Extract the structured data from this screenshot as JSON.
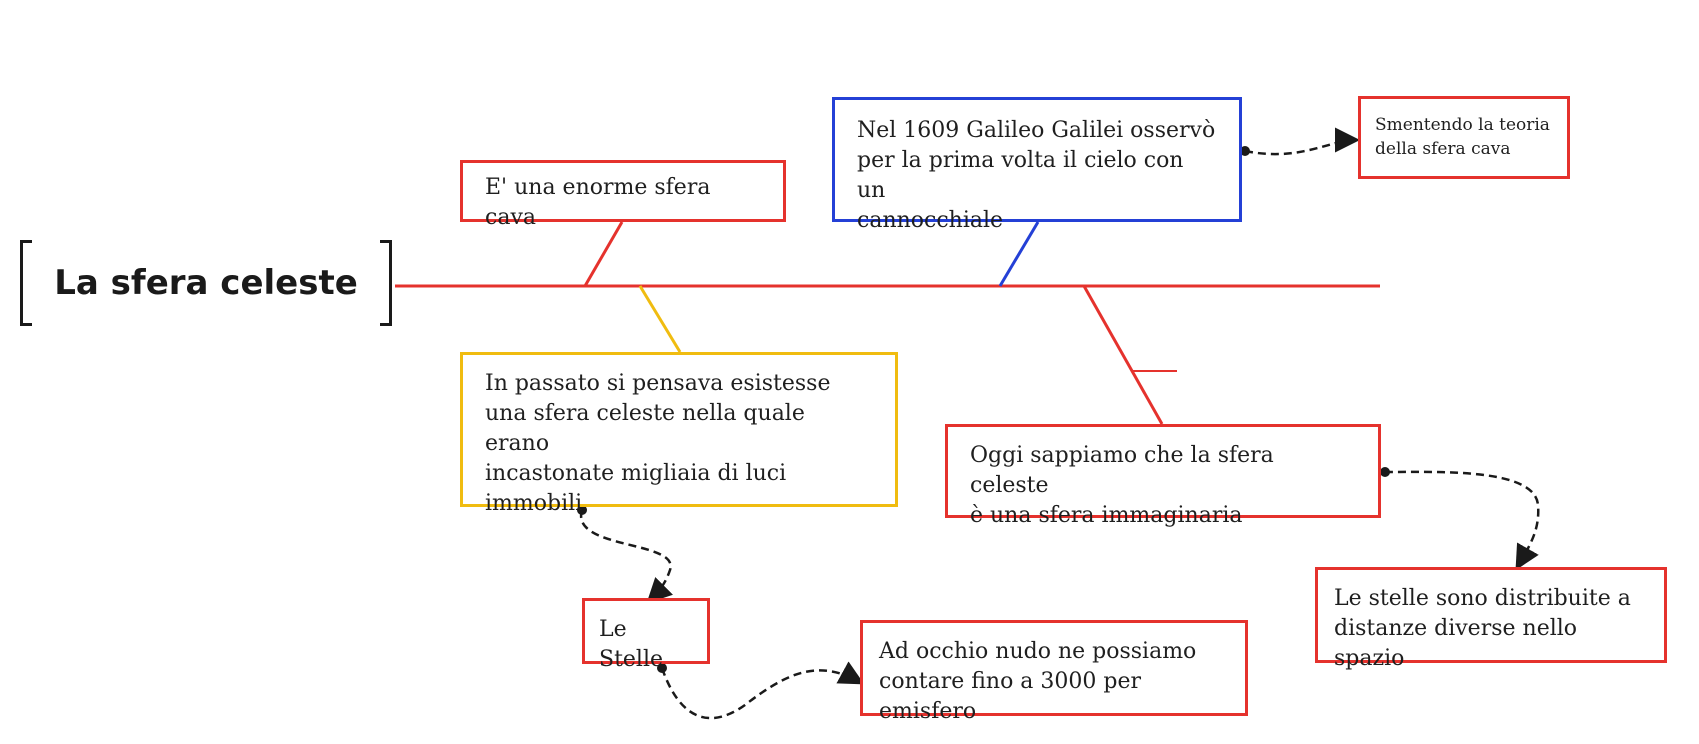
{
  "title": "La sfera celeste",
  "colors": {
    "red": "#e5322d",
    "blue": "#2440d6",
    "yellow": "#f0bc10",
    "ink": "#1a1a1a"
  },
  "nodes": {
    "enorme_sfera": "E' una enorme sfera cava",
    "galileo": "Nel 1609 Galileo Galilei osservò\nper la prima volta il cielo con un\ncannocchiale",
    "smentendo": "Smentendo la teoria\ndella sfera cava",
    "passato": "In passato si pensava esistesse\nuna sfera celeste nella quale erano\nincastonate migliaia di luci\nimmobili",
    "oggi": "Oggi sappiamo che la sfera celeste\nè una sfera immaginaria",
    "stelle": "Le Stelle",
    "occhio_nudo": "Ad occhio nudo ne possiamo\ncontare fino a 3000 per emisfero",
    "distanze": "Le stelle sono distribuite a\ndistanze diverse nello spazio"
  }
}
